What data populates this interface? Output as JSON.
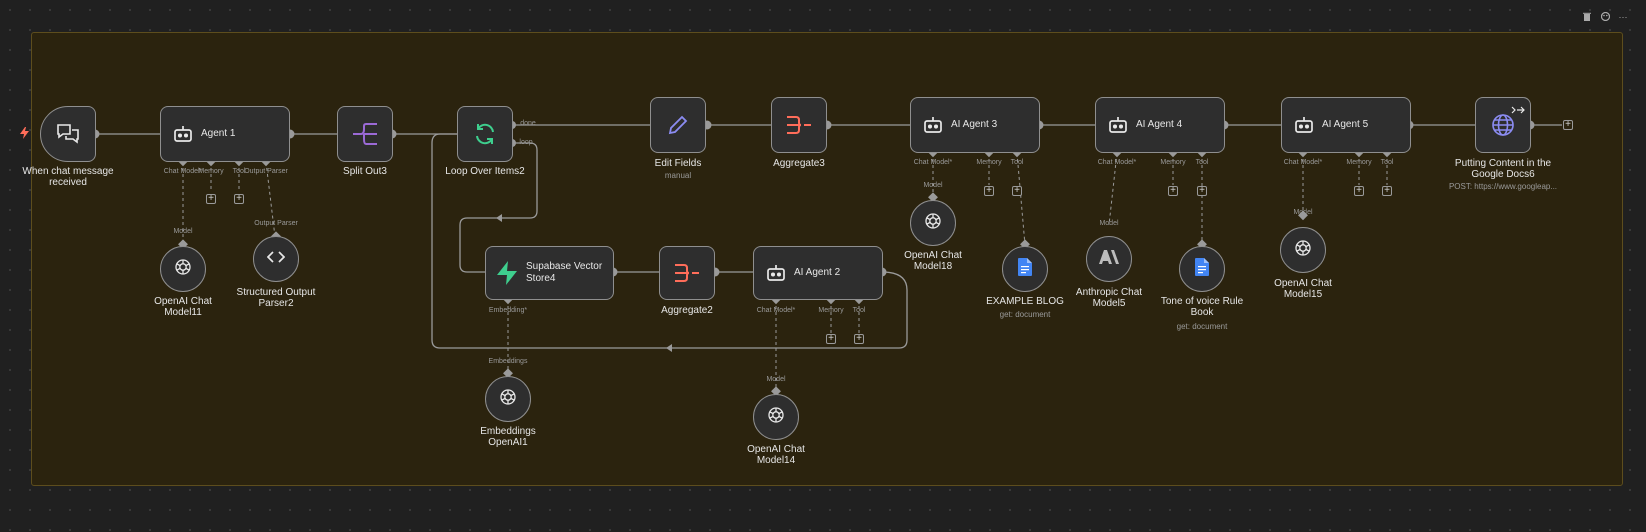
{
  "toolbar": {
    "delete_icon": "trash-icon",
    "color_icon": "palette-icon",
    "more_icon": "ellipsis-icon",
    "more_glyph": "···"
  },
  "nodes": {
    "chat_trigger": {
      "label": "When chat message received",
      "icon": "chat-icon"
    },
    "agent1": {
      "label": "Agent 1",
      "icon": "robot-icon"
    },
    "split_out": {
      "label": "Split Out3",
      "icon": "split-icon"
    },
    "loop": {
      "label": "Loop Over Items2",
      "icon": "loop-icon",
      "out_done": "done",
      "out_loop": "loop"
    },
    "edit_fields": {
      "label": "Edit Fields",
      "sub": "manual",
      "icon": "pencil-icon"
    },
    "aggregate3": {
      "label": "Aggregate3",
      "icon": "aggregate-icon"
    },
    "agent3": {
      "label": "AI Agent 3",
      "icon": "robot-icon"
    },
    "agent4": {
      "label": "AI Agent 4",
      "icon": "robot-icon"
    },
    "agent5": {
      "label": "AI Agent 5",
      "icon": "robot-icon"
    },
    "http": {
      "label": "Putting Content in the Google Docs6",
      "sub": "POST: https://www.googleap...",
      "icon": "globe-icon"
    },
    "supabase": {
      "label": "Supabase Vector Store4",
      "icon": "supabase-icon"
    },
    "aggregate2": {
      "label": "Aggregate2",
      "icon": "aggregate-icon"
    },
    "agent2": {
      "label": "AI Agent 2",
      "icon": "robot-icon"
    }
  },
  "subnodes": {
    "openai11": {
      "label": "OpenAI Chat Model11",
      "port": "Model"
    },
    "parser2": {
      "label": "Structured Output Parser2",
      "port": "Output Parser"
    },
    "openai18": {
      "label": "OpenAI Chat Model18",
      "port": "Model"
    },
    "example_blog": {
      "label": "EXAMPLE BLOG",
      "sub": "get: document"
    },
    "anthropic5": {
      "label": "Anthropic Chat Model5",
      "port": "Model"
    },
    "tone_book": {
      "label": "Tone of voice Rule Book",
      "sub": "get: document"
    },
    "openai15": {
      "label": "OpenAI Chat Model15",
      "port": "Model"
    },
    "embeddings1": {
      "label": "Embeddings OpenAI1",
      "port": "Embeddings"
    },
    "openai14": {
      "label": "OpenAI Chat Model14",
      "port": "Model"
    }
  },
  "ports": {
    "a1_chat": "Chat Model*",
    "a1_memory": "Memory",
    "a1_tool": "Tool",
    "a1_parser": "Output Parser",
    "a3_chat": "Chat Model*",
    "a3_memory": "Memory",
    "a3_tool": "Tool",
    "a4_chat": "Chat Model*",
    "a4_memory": "Memory",
    "a4_tool": "Tool",
    "a5_chat": "Chat Model*",
    "a5_memory": "Memory",
    "a5_tool": "Tool",
    "sb_embedding": "Embedding*",
    "a2_chat": "Chat Model*",
    "a2_memory": "Memory",
    "a2_tool": "Tool"
  },
  "plus_glyph": "+",
  "colors": {
    "background": "#202020",
    "sticky": "#2b230e",
    "node_border": "#8f8f8f",
    "accent_red": "#ff6d5a",
    "supabase_green": "#3ecf8e",
    "edit_purple": "#8b8cf2",
    "split_purple": "#9b6ad6",
    "docs_blue": "#4285f4"
  }
}
